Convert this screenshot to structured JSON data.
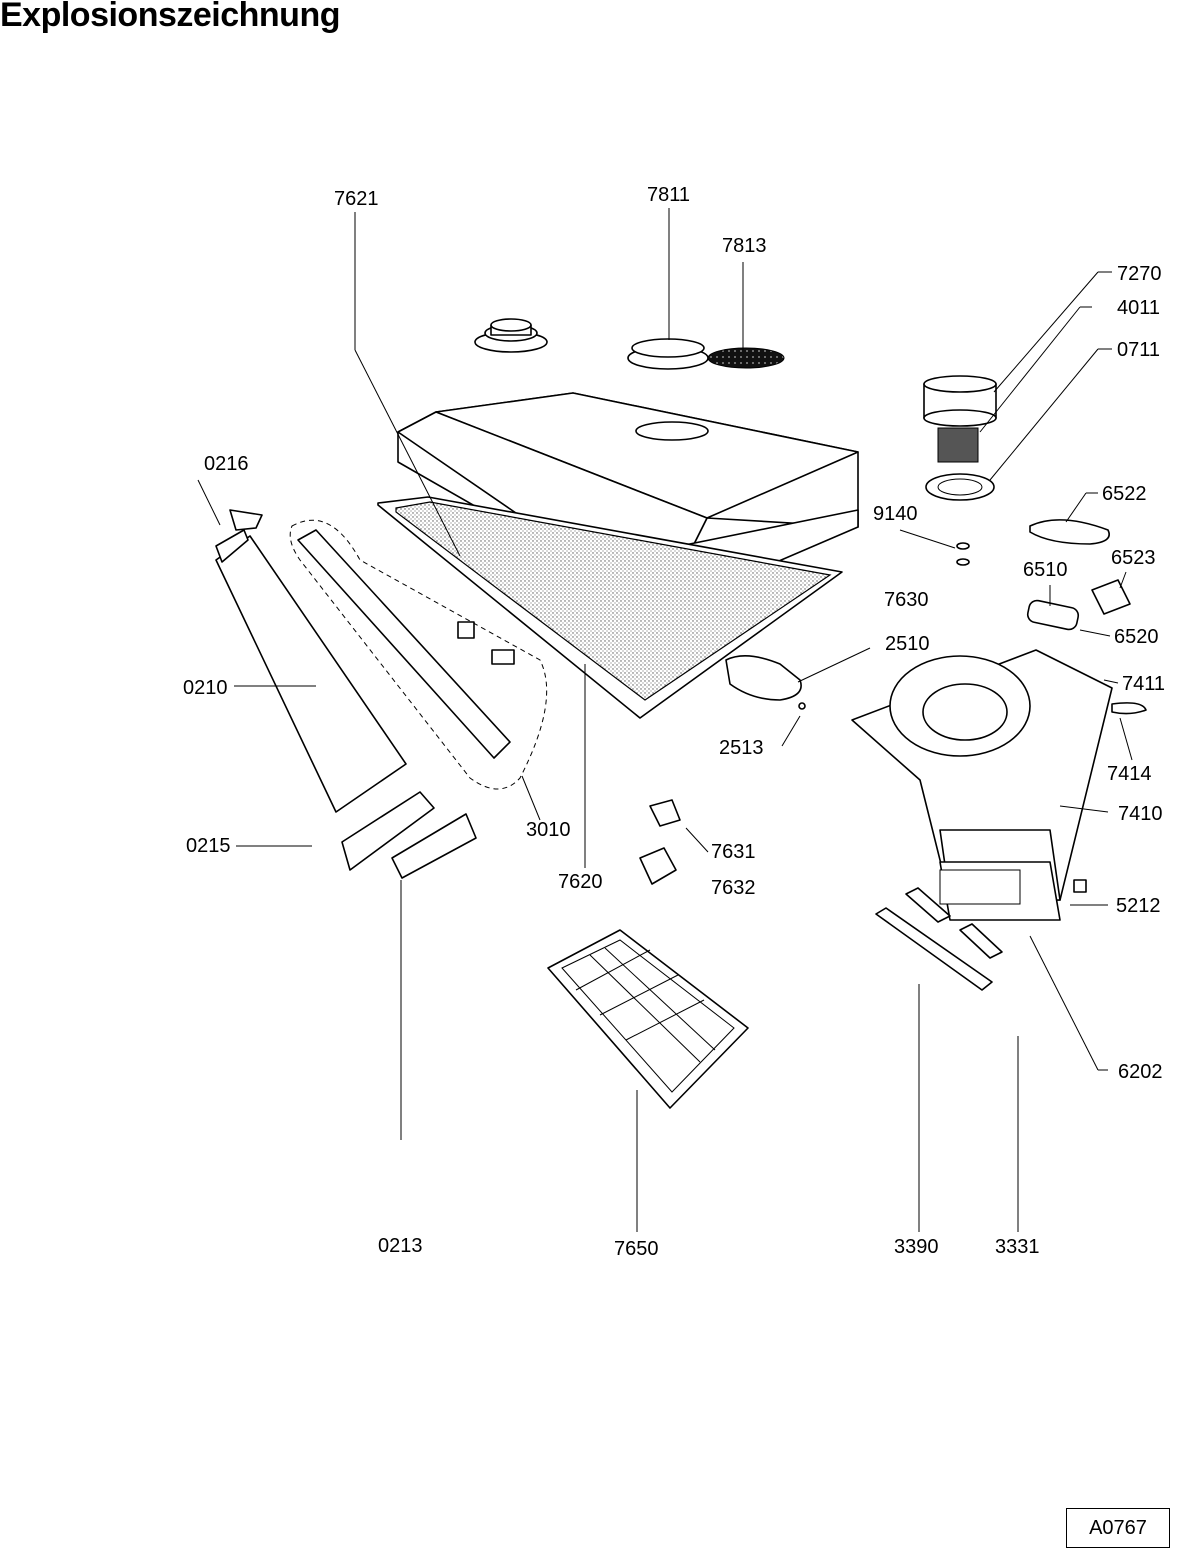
{
  "title": "Explosionszeichnung",
  "reference_code": "A0767",
  "parts": {
    "p7621": "7621",
    "p7811": "7811",
    "p7813": "7813",
    "p7270": "7270",
    "p4011": "4011",
    "p0711": "0711",
    "p0216": "0216",
    "p9140": "9140",
    "p6522": "6522",
    "p6523": "6523",
    "p6510": "6510",
    "p7630": "7630",
    "p6520": "6520",
    "p2510": "2510",
    "p7411": "7411",
    "p0210": "0210",
    "p2513": "2513",
    "p7414": "7414",
    "p3010": "3010",
    "p7410": "7410",
    "p0215": "0215",
    "p7631": "7631",
    "p7620": "7620",
    "p7632": "7632",
    "p5212": "5212",
    "p6202": "6202",
    "p0213": "0213",
    "p7650": "7650",
    "p3390": "3390",
    "p3331": "3331"
  }
}
